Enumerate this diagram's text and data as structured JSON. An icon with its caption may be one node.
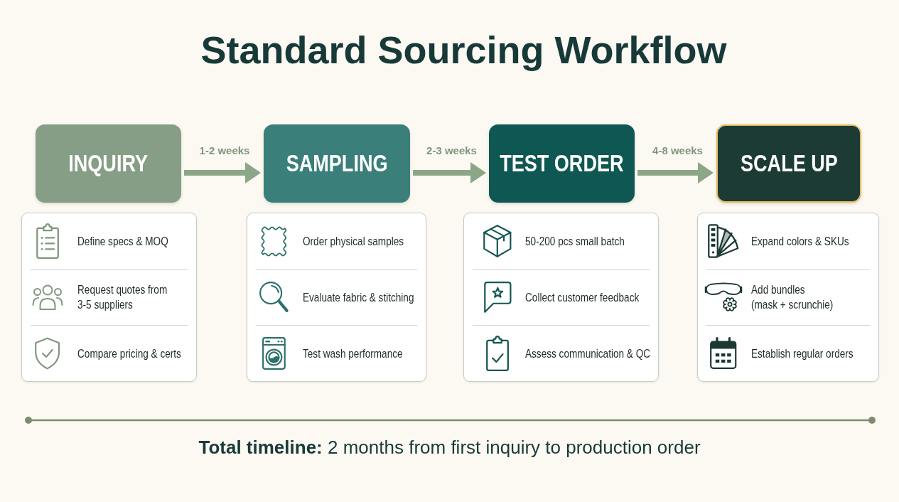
{
  "diagram": {
    "title": "Standard Sourcing Workflow",
    "nodes": [
      {
        "text": [
          "INQUIRY"
        ]
      },
      {
        "text": [
          "SAMPLING"
        ]
      },
      {
        "text": [
          "TEST ORDER"
        ]
      },
      {
        "text": [
          "SCALE UP"
        ]
      },
      {
        "text": [
          "Define specs & MOQ",
          "Request quotes from 3-5 suppliers",
          "Compare pricing & certs"
        ]
      },
      {
        "text": [
          "Order physical samples",
          "Evaluate fabric & stitching",
          "Test wash performance"
        ]
      },
      {
        "text": [
          "50-200 pcs small batch",
          "Collect customer feedback",
          "Assess communication & QC"
        ]
      },
      {
        "text": [
          "Expand colors & SKUs",
          "Add bundles (mask + scrunchie)",
          "Establish regular orders"
        ]
      }
    ],
    "edges": [
      {
        "from": 0,
        "to": 1,
        "arrow": "to",
        "label": "1-2 weeks"
      },
      {
        "from": 1,
        "to": 2,
        "arrow": "to",
        "label": "2-3 weeks"
      },
      {
        "from": 2,
        "to": 3,
        "arrow": "to",
        "label": "4-8 weeks"
      }
    ],
    "labels": [
      "**Total timeline:** 2 months from first inquiry to production order"
    ]
  }
}
